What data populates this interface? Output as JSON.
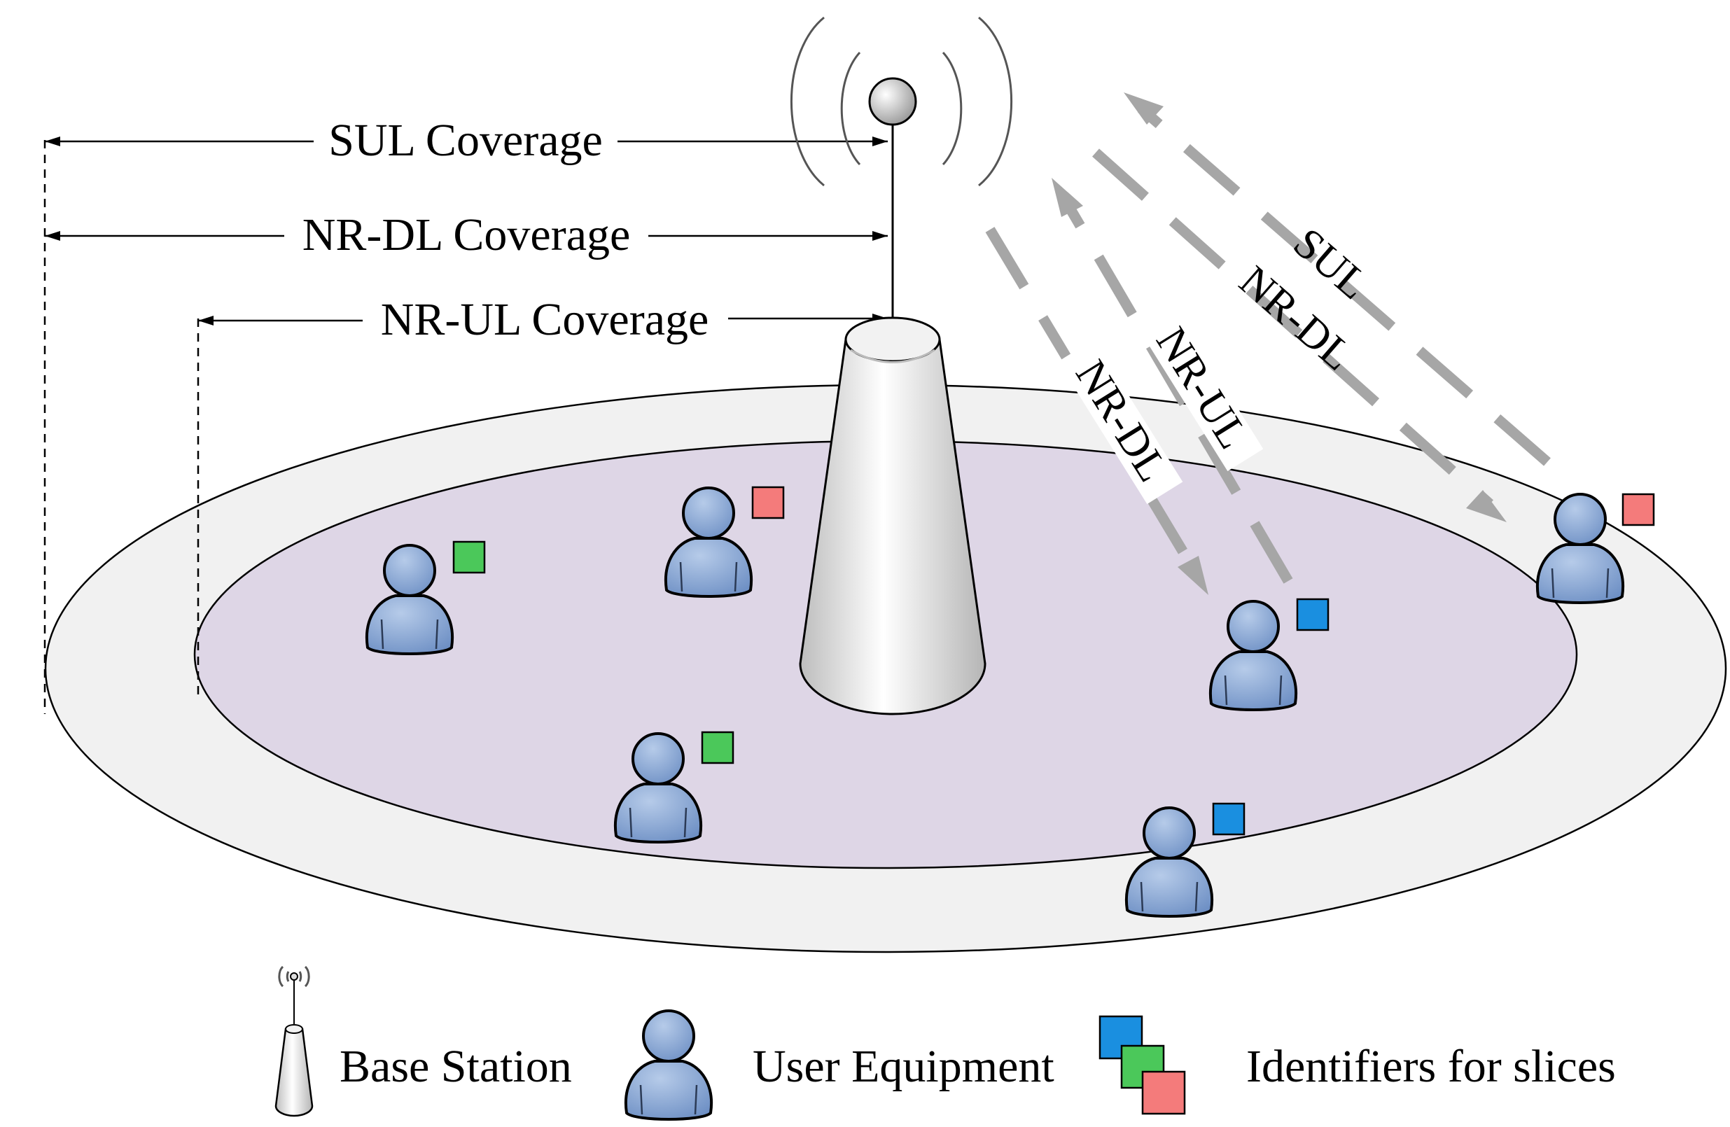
{
  "coverage_labels": {
    "sul": "SUL Coverage",
    "nr_dl": "NR-DL Coverage",
    "nr_ul": "NR-UL Coverage"
  },
  "signal_labels": {
    "sul": "SUL",
    "nr_dl_outer": "NR-DL",
    "nr_ul": "NR-UL",
    "nr_dl_inner": "NR-DL"
  },
  "legend": {
    "base_station": "Base Station",
    "user_equipment": "User Equipment",
    "slice_identifiers": "Identifiers for slices"
  },
  "colors": {
    "outer_area": "#f1f1f1",
    "inner_area": "#ded6e6",
    "user": "#7e9fd0",
    "slice_green": "#4bc85a",
    "slice_red": "#f47b7b",
    "slice_blue": "#1a8fe0",
    "arrow": "#a6a6a6"
  },
  "users": [
    {
      "slice_color": "#4bc85a"
    },
    {
      "slice_color": "#f47b7b"
    },
    {
      "slice_color": "#4bc85a"
    },
    {
      "slice_color": "#1a8fe0"
    },
    {
      "slice_color": "#1a8fe0"
    },
    {
      "slice_color": "#f47b7b"
    }
  ]
}
